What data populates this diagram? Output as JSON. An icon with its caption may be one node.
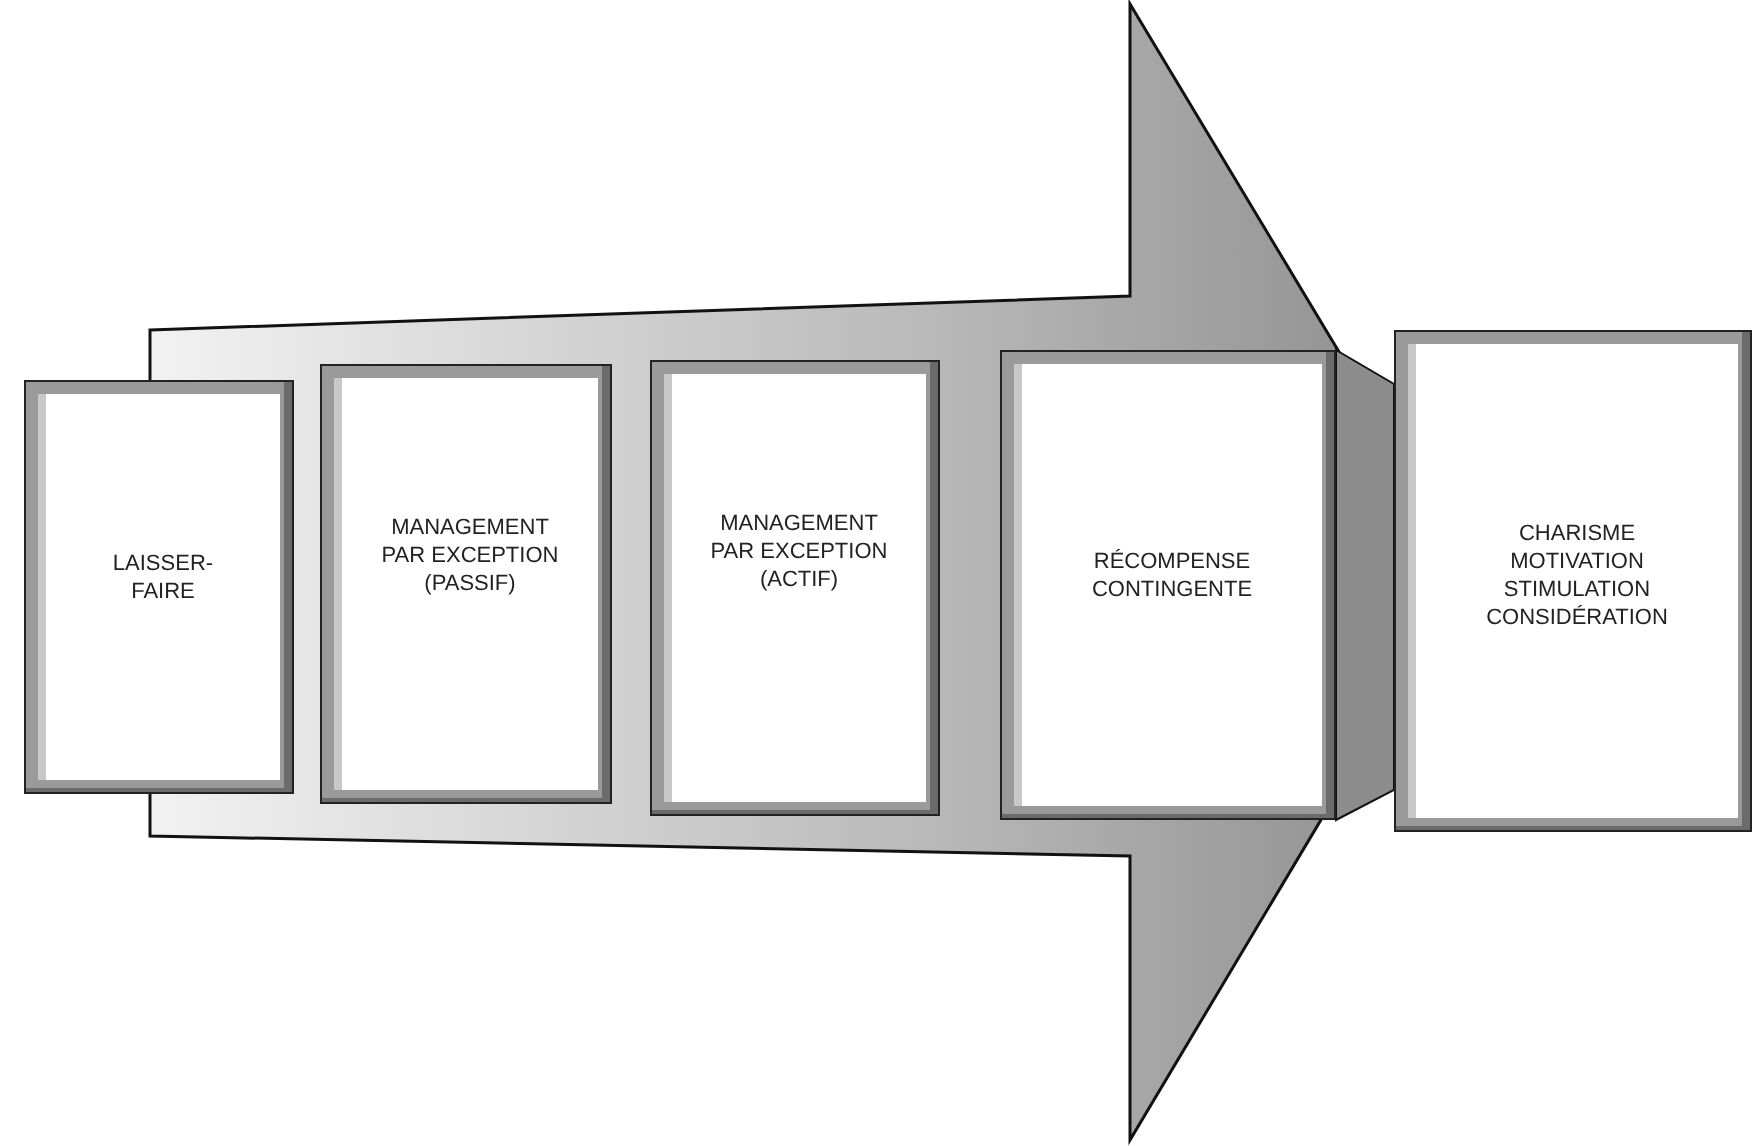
{
  "diagram": {
    "nodes": [
      {
        "text": [
          "LAISSER- FAIRE"
        ]
      },
      {
        "text": [
          "MANAGEMENT PAR EXCEPTION (PASSIF)"
        ]
      },
      {
        "text": [
          "MANAGEMENT PAR EXCEPTION (ACTIF)"
        ]
      },
      {
        "text": [
          "RÉCOMPENSE CONTINGENTE"
        ]
      },
      {
        "text": [
          "CHARISME",
          "MOTIVATION",
          "STIMULATION",
          "CONSIDÉRATION"
        ]
      }
    ],
    "edges": [
      {
        "from": 0,
        "to": 4,
        "arrow": "to",
        "style": "thick"
      }
    ]
  }
}
